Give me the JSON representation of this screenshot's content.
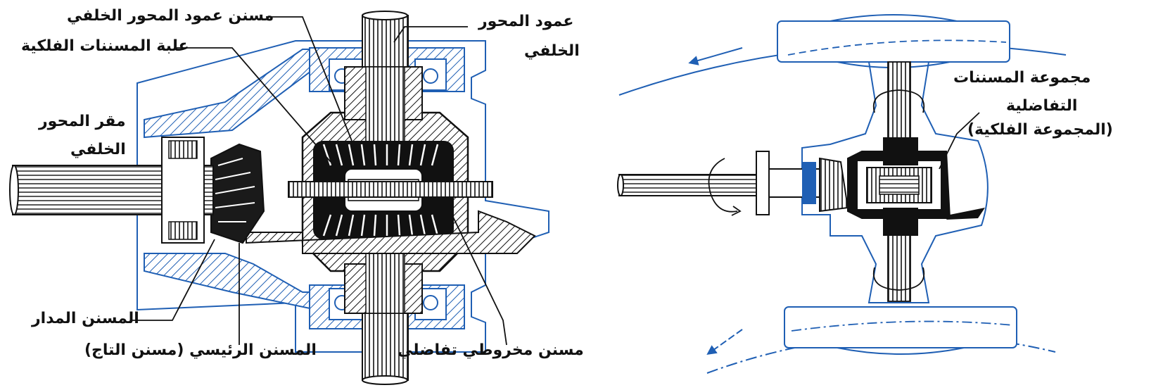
{
  "colors": {
    "ink": "#111111",
    "blue": "#1f5fb4",
    "white": "#ffffff"
  },
  "left_figure": {
    "labels": {
      "rear_axle_gear": "مسنن عمود المحور الخلفي",
      "planetary_cage": "علبة المسننات الفلكية",
      "rear_axle_shaft_line1": "عمود المحور",
      "rear_axle_shaft_line2": "الخلفي",
      "rear_axle_housing_line1": "مقر المحور",
      "rear_axle_housing_line2": "الخلفي",
      "drive_pinion": "المسنن المدار",
      "ring_gear": "المسنن الرئيسي (مسنن التاج)",
      "differential_bevel_gear": "مسنن مخروطي تفاضلي"
    }
  },
  "right_figure": {
    "labels": {
      "differential_set_line1": "مجموعة المسننات",
      "differential_set_line2": "التفاضلية",
      "differential_set_line3": "(المجموعة الفلكية)"
    }
  }
}
